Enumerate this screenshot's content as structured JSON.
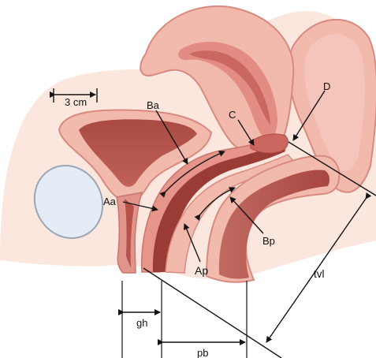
{
  "labels": {
    "scale": "3 cm",
    "Ba": "Ba",
    "C": "C",
    "D": "D",
    "Aa": "Aa",
    "Ap": "Ap",
    "Bp": "Bp",
    "tvl": "tvl",
    "gh": "gh",
    "pb": "pb"
  },
  "colors": {
    "outline": "#141414",
    "skin": "#fbe7dd",
    "tissue_light": "#f2b9ad",
    "tissue_mid": "#e7948b",
    "lumen_dark": "#b5524a",
    "lumen_deep": "#9a3b35",
    "bone": "#e6ecf5"
  }
}
